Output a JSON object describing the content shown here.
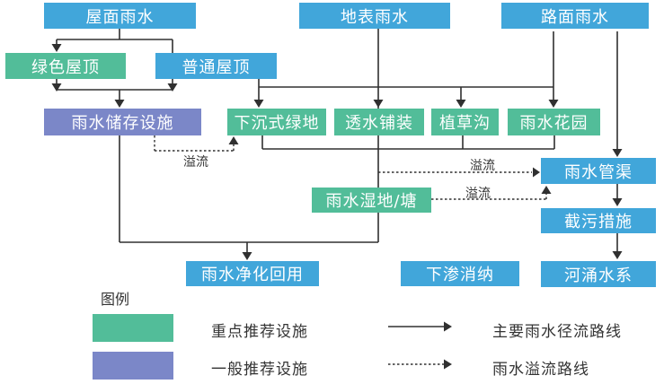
{
  "nodes": {
    "roof_rain": {
      "label": "屋面雨水",
      "type": "blue"
    },
    "surface_rain": {
      "label": "地表雨水",
      "type": "blue"
    },
    "road_rain": {
      "label": "路面雨水",
      "type": "blue"
    },
    "green_roof": {
      "label": "绿色屋顶",
      "type": "green"
    },
    "normal_roof": {
      "label": "普通屋顶",
      "type": "blue"
    },
    "storage": {
      "label": "雨水储存设施",
      "type": "purple"
    },
    "sunken_green": {
      "label": "下沉式绿地",
      "type": "green"
    },
    "permeable_paving": {
      "label": "透水铺装",
      "type": "green"
    },
    "grass_swale": {
      "label": "植草沟",
      "type": "green"
    },
    "rain_garden": {
      "label": "雨水花园",
      "type": "green"
    },
    "pipe_channel": {
      "label": "雨水管渠",
      "type": "blue"
    },
    "wetland_pond": {
      "label": "雨水湿地/塘",
      "type": "green"
    },
    "interception": {
      "label": "截污措施",
      "type": "blue"
    },
    "purify_reuse": {
      "label": "雨水净化回用",
      "type": "blue"
    },
    "infiltration": {
      "label": "下渗消纳",
      "type": "blue"
    },
    "river_system": {
      "label": "河涌水系",
      "type": "blue"
    }
  },
  "edge_labels": {
    "overflow_storage_to_sunken": "溢流",
    "overflow_bus_to_pipe": "溢流",
    "overflow_wetland_to_pipe": "溢流"
  },
  "legend": {
    "title": "图例",
    "items": [
      {
        "swatch": "green",
        "label": "重点推荐设施"
      },
      {
        "swatch": "purple",
        "label": "一般推荐设施"
      }
    ],
    "lines": [
      {
        "style": "solid",
        "label": "主要雨水径流路线"
      },
      {
        "style": "dashed",
        "label": "雨水溢流路线"
      }
    ]
  },
  "colors": {
    "blue": "#41a6da",
    "green": "#52bd99",
    "purple": "#7b87c8",
    "line": "#303030",
    "node_text": "#ffffff",
    "label_text": "#333333"
  }
}
